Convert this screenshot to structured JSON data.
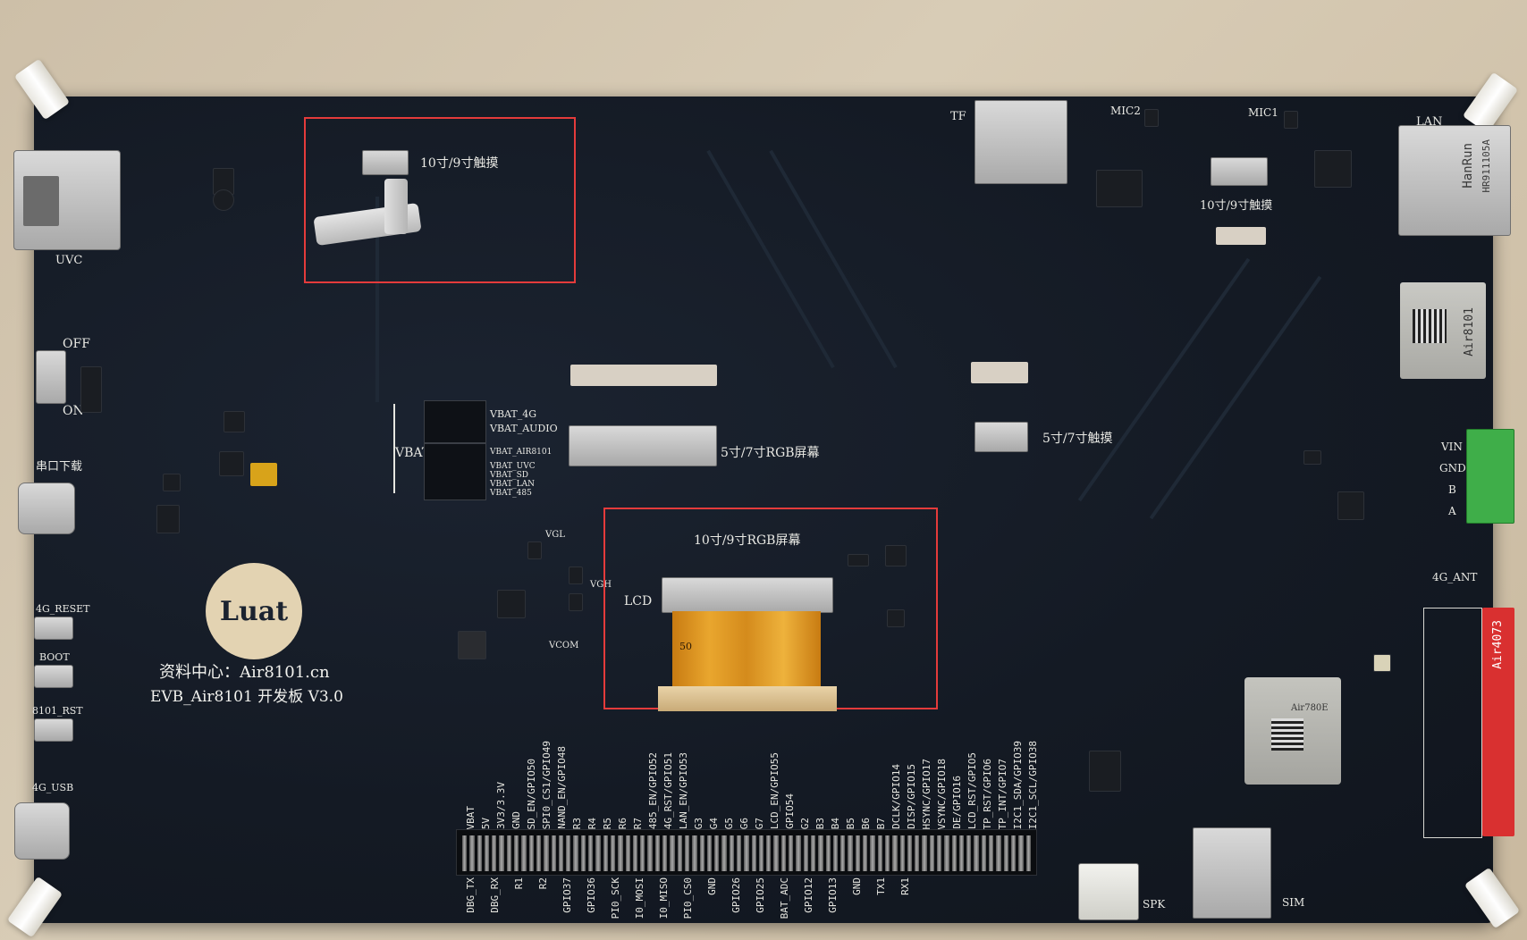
{
  "board": {
    "title_line1": "资料中心：Air8101.cn",
    "title_line2": "EVB_Air8101 开发板 V3.0",
    "logo": "Luat"
  },
  "labels": {
    "uvc": "UVC",
    "off": "OFF",
    "on": "ON",
    "serial_download": "串口下载",
    "reset_4g": "4G_RESET",
    "boot": "BOOT",
    "rst_8101": "8101_RST",
    "usb_4g": "4G_USB",
    "touch_10_9_left": "10寸/9寸触摸",
    "touch_10_9_right": "10寸/9寸触摸",
    "rgb_5_7": "5寸/7寸RGB屏幕",
    "touch_5_7": "5寸/7寸触摸",
    "rgb_10_9": "10寸/9寸RGB屏幕",
    "lcd": "LCD",
    "fpc_mark": "50",
    "vgl": "VGL",
    "vgh": "VGH",
    "vcom": "VCOM",
    "tf": "TF",
    "mic2": "MIC2",
    "mic1": "MIC1",
    "lan": "LAN",
    "vin": "VIN",
    "gnd": "GND",
    "b": "B",
    "a": "A",
    "ant_4g": "4G_ANT",
    "spk": "SPK",
    "sim": "SIM",
    "air780e": "Air780E",
    "air8101_module": "Air8101",
    "air4073": "Air4073",
    "hanrun": "HanRun",
    "hanrun_model": "HR911105A",
    "vbat": "VBAT",
    "vbat_list": [
      "VBAT_4G",
      "VBAT_AUDIO",
      "VBAT_AIR8101",
      "VBAT_UVC",
      "VBAT_SD",
      "VBAT_LAN",
      "VBAT_485"
    ]
  },
  "header_top_labels": [
    "VBAT",
    "5V",
    "3V3/3.3V",
    "GND",
    "SD_EN/GPIO50",
    "SPI0_CS1/GPIO49",
    "NAND_EN/GPIO48",
    "R3",
    "R4",
    "R5",
    "R6",
    "R7",
    "485_EN/GPIO52",
    "4G_RST/GPIO51",
    "LAN_EN/GPIO53",
    "G3",
    "G4",
    "G5",
    "G6",
    "G7",
    "LCD_EN/GPIO55",
    "GPIO54",
    "G2",
    "B3",
    "B4",
    "B5",
    "B6",
    "B7",
    "DCLK/GPIO14",
    "DISP/GPIO15",
    "HSYNC/GPIO17",
    "VSYNC/GPIO18",
    "DE/GPIO16",
    "LCD_RST/GPIO5",
    "TP_RST/GPIO6",
    "TP_INT/GPIO7",
    "I2C1_SDA/GPIO39",
    "I2C1_SCL/GPIO38"
  ],
  "header_bottom_labels": [
    "DBG_TX",
    "DBG_RX",
    "R1",
    "R2",
    "GPIO37",
    "GPIO36",
    "SPI0_SCK",
    "SPI0_MOSI",
    "SPI0_MISO",
    "SPI0_CS0",
    "GND",
    "GPIO26",
    "GPIO25",
    "VBAT_ADC",
    "GPIO12",
    "GPIO13",
    "GND",
    "TX1",
    "RX1"
  ],
  "highlight_color": "#e43b3b"
}
